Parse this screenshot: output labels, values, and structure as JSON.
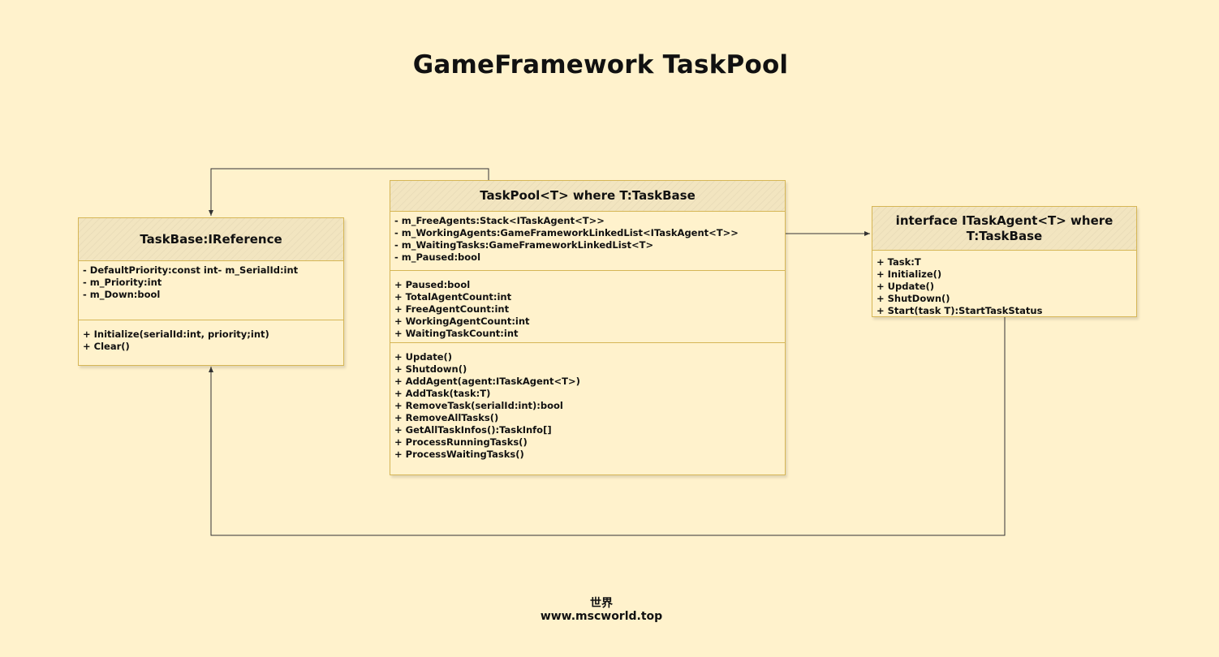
{
  "title": "GameFramework TaskPool",
  "classes": {
    "task_base": {
      "name": "TaskBase:IReference",
      "fields": [
        "- DefaultPriority:const int- m_SerialId:int",
        "- m_Priority:int",
        "- m_Down:bool"
      ],
      "methods": [
        "+ Initialize(serialId:int, priority;int)",
        "+ Clear()"
      ]
    },
    "task_pool": {
      "name": "TaskPool<T> where T:TaskBase",
      "fields": [
        "- m_FreeAgents:Stack<ITaskAgent<T>>",
        "- m_WorkingAgents:GameFrameworkLinkedList<ITaskAgent<T>>",
        "- m_WaitingTasks:GameFrameworkLinkedList<T>",
        "- m_Paused:bool"
      ],
      "properties": [
        "+ Paused:bool",
        "+ TotalAgentCount:int",
        "+ FreeAgentCount:int",
        "+ WorkingAgentCount:int",
        "+ WaitingTaskCount:int"
      ],
      "methods": [
        "+ Update()",
        "+ Shutdown()",
        "+ AddAgent(agent:ITaskAgent<T>)",
        "+ AddTask(task:T)",
        "+ RemoveTask(serialId:int):bool",
        "+ RemoveAllTasks()",
        "+ GetAllTaskInfos():TaskInfo[]",
        "+ ProcessRunningTasks()",
        "+ ProcessWaitingTasks()"
      ]
    },
    "task_agent": {
      "name_line1": "interface ITaskAgent<T> where",
      "name_line2": "T:TaskBase",
      "members": [
        "+ Task:T",
        "+ Initialize()",
        "+ Update()",
        "+ ShutDown()",
        "+ Start(task T):StartTaskStatus"
      ]
    }
  },
  "footer": {
    "line1": "世界",
    "line2": "www.mscworld.top"
  },
  "colors": {
    "background": "#fff2cc",
    "box_border": "#d6b656",
    "header_fill": "#f2e5c0",
    "connector": "#333333"
  }
}
